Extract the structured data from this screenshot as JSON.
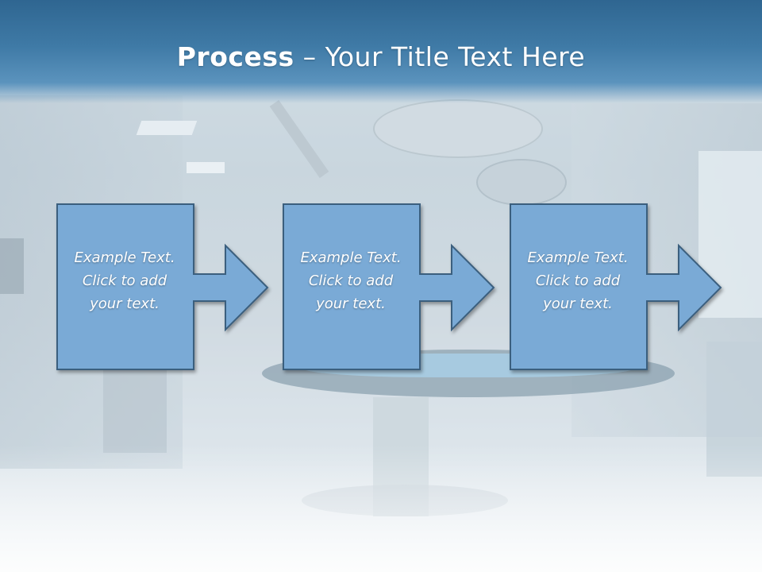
{
  "slide": {
    "title_bold": "Process",
    "title_rest": " – Your Title Text Here"
  },
  "steps": [
    {
      "text": "Example Text.\nClick  to add\nyour text."
    },
    {
      "text": "Example Text.\nClick  to add\nyour text."
    },
    {
      "text": "Example Text.\nClick  to add\nyour text."
    }
  ],
  "colors": {
    "header": "#3f7aa6",
    "shape_fill": "#7aaad6",
    "shape_stroke": "#3b5f7e",
    "text": "#ffffff"
  }
}
